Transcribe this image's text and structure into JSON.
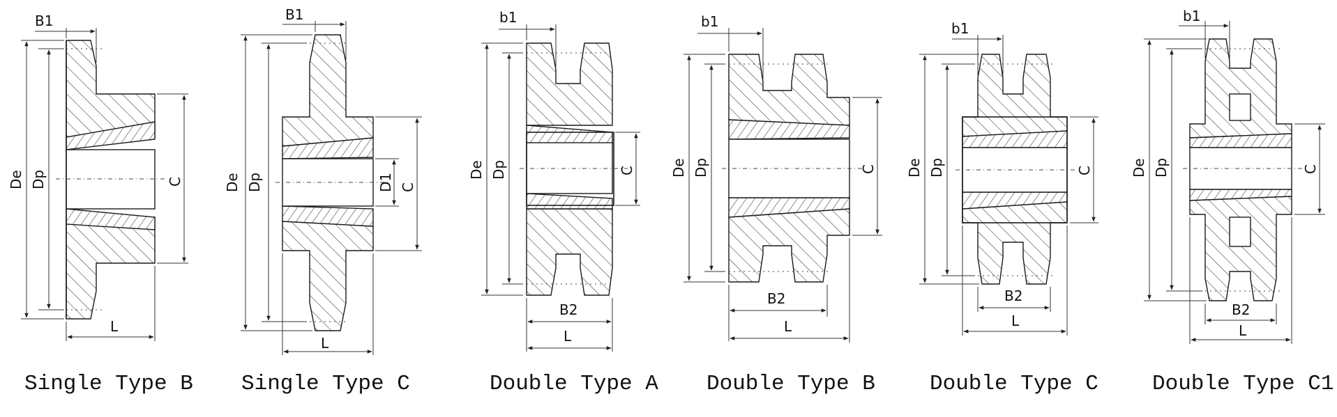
{
  "diagrams": [
    {
      "id": "single-b",
      "caption": "Single Type B",
      "labels": {
        "b1": "B1",
        "de": "De",
        "dp": "Dp",
        "c": "C",
        "l": "L"
      }
    },
    {
      "id": "single-c",
      "caption": "Single Type C",
      "labels": {
        "b1": "B1",
        "de": "De",
        "dp": "Dp",
        "d1": "D1",
        "c": "C",
        "l": "L"
      }
    },
    {
      "id": "double-a",
      "caption": "Double Type A",
      "labels": {
        "b1": "b1",
        "de": "De",
        "dp": "Dp",
        "c": "C",
        "b2": "B2",
        "l": "L"
      }
    },
    {
      "id": "double-b",
      "caption": "Double Type B",
      "labels": {
        "b1": "b1",
        "de": "De",
        "dp": "Dp",
        "c": "C",
        "b2": "B2",
        "l": "L"
      }
    },
    {
      "id": "double-c",
      "caption": "Double Type C",
      "labels": {
        "b1": "b1",
        "de": "De",
        "dp": "Dp",
        "c": "C",
        "b2": "B2",
        "l": "L"
      }
    },
    {
      "id": "double-c1",
      "caption": "Double Type C1",
      "labels": {
        "b1": "b1",
        "de": "De",
        "dp": "Dp",
        "c": "C",
        "b2": "B2",
        "l": "L"
      }
    }
  ]
}
